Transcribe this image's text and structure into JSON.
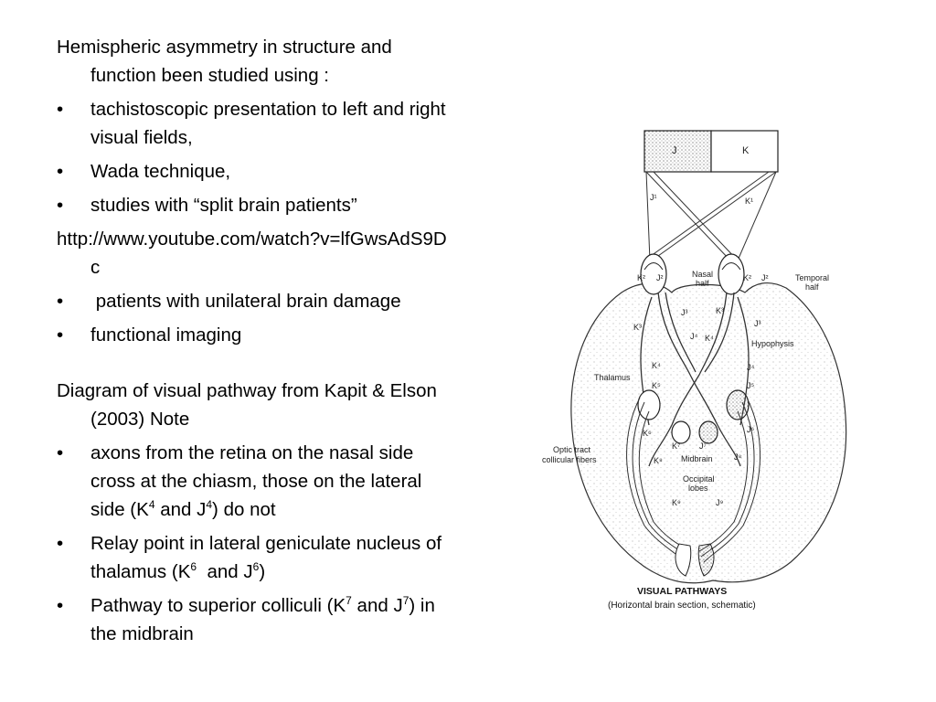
{
  "text": {
    "intro": "Hemispheric asymmetry in structure and function been studied using :",
    "methods": [
      "tachistoscopic presentation to left and right visual fields,",
      "Wada technique,",
      "studies with “split brain patients”"
    ],
    "link": "http://www.youtube.com/watch?v=lfGwsAdS9Dc",
    "methods2": [
      " patients with unilateral brain damage",
      "functional imaging"
    ],
    "diagram_intro": "Diagram of visual pathway from Kapit & Elson (2003) Note",
    "note1": {
      "pre": "axons from the retina on the nasal side cross at the chiasm, those on the lateral side (K",
      "s1": "4",
      "mid": " and J",
      "s2": "4",
      "post": ") do not"
    },
    "note2": {
      "pre": "Relay point in lateral geniculate nucleus of thalamus (K",
      "s1": "6",
      "mid": "  and J",
      "s2": "6",
      "post": ")"
    },
    "note3": {
      "pre": "Pathway to superior colliculi (K",
      "s1": "7",
      "mid": " and J",
      "s2": "7",
      "post": ") in the midbrain"
    }
  },
  "figure": {
    "field_left": "J",
    "field_right": "K",
    "labels": {
      "nasal_half": [
        "Nasal",
        "half"
      ],
      "temporal_half": [
        "Temporal",
        "half"
      ],
      "hypophysis": "Hypophysis",
      "thalamus": "Thalamus",
      "optic_tract": [
        "Optic tract",
        "collicular fibers"
      ],
      "midbrain": "Midbrain",
      "occipital_lobes": [
        "Occipital",
        "lobes"
      ]
    },
    "marks": {
      "j1": "J¹",
      "k1": "K¹",
      "k2l": "K²",
      "j2l": "J²",
      "k2r": "K²",
      "j2r": "J²",
      "k3": "K³",
      "j3": "J³",
      "k3r": "K³",
      "j3r": "J³",
      "j4": "J⁴",
      "k4": "K⁴",
      "k4l": "K⁴",
      "j4r": "J⁴",
      "k5": "K⁵",
      "j5": "J⁵",
      "k6": "K⁶",
      "j6": "J⁶",
      "k7": "K⁷",
      "j7": "J⁷",
      "k8": "K⁸",
      "j8": "J⁸",
      "k9": "K⁹",
      "j9": "J⁹"
    },
    "caption_title": "VISUAL PATHWAYS",
    "caption_sub": "(Horizontal brain section, schematic)"
  }
}
